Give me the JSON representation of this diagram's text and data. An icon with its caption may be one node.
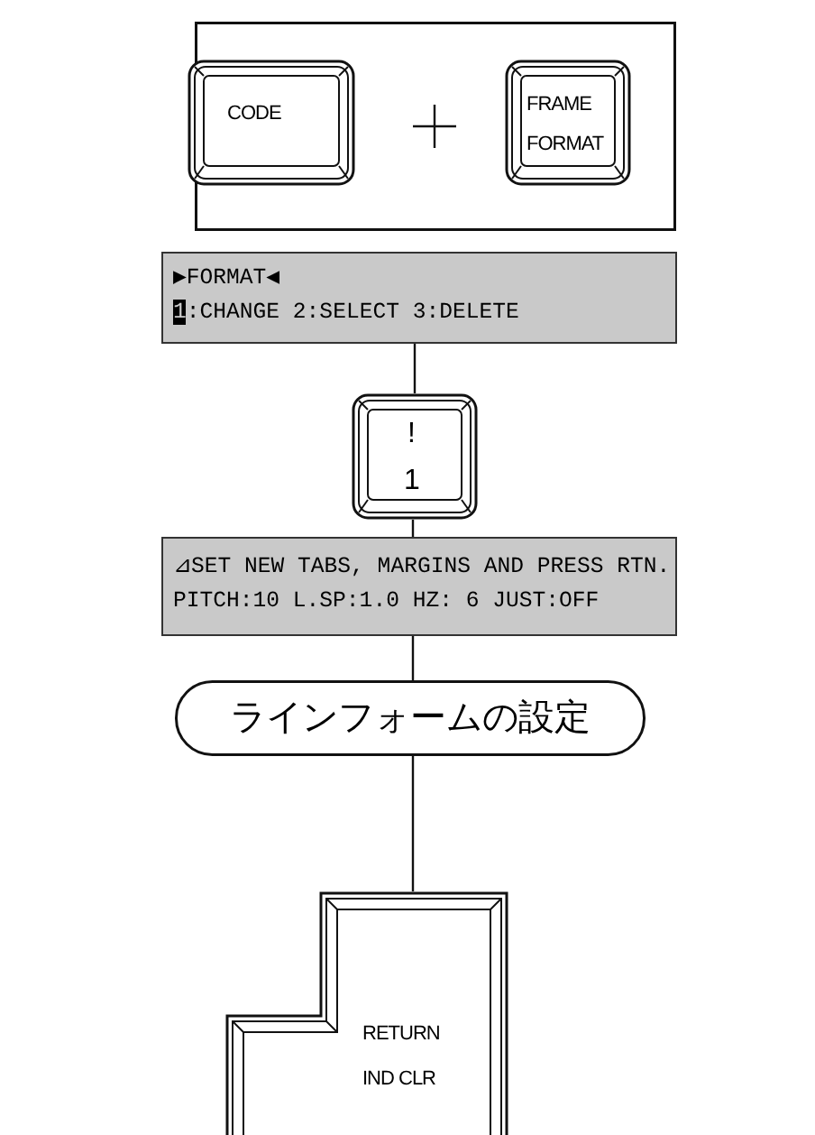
{
  "diagram": {
    "nodes": [
      {
        "text": [],
        "shape": "box"
      },
      {
        "text": [
          "CODE"
        ],
        "in": 0
      },
      {
        "text": [
          "FRAME",
          "FORMAT"
        ],
        "in": 0
      },
      {
        "text": [
          "▶FORMAT◀",
          "1:CHANGE 2:SELECT 3:DELETE"
        ]
      },
      {
        "text": [
          "!",
          "1"
        ]
      },
      {
        "text": [
          "⊿SET NEW TABS, MARGINS AND PRESS RTN.",
          "PITCH:10 L.SP:1.0 HZ: 6 JUST:OFF"
        ]
      },
      {
        "text": [
          "ラインフォームの設定"
        ]
      },
      {
        "text": [
          "RETURN",
          "IND CLR"
        ]
      }
    ],
    "edges": [
      {
        "from": 3,
        "to": 4,
        "arrow": "none"
      },
      {
        "from": 4,
        "to": 5,
        "arrow": "none"
      },
      {
        "from": 5,
        "to": 6,
        "arrow": "none"
      },
      {
        "from": 6,
        "to": 7,
        "arrow": "none"
      }
    ]
  }
}
